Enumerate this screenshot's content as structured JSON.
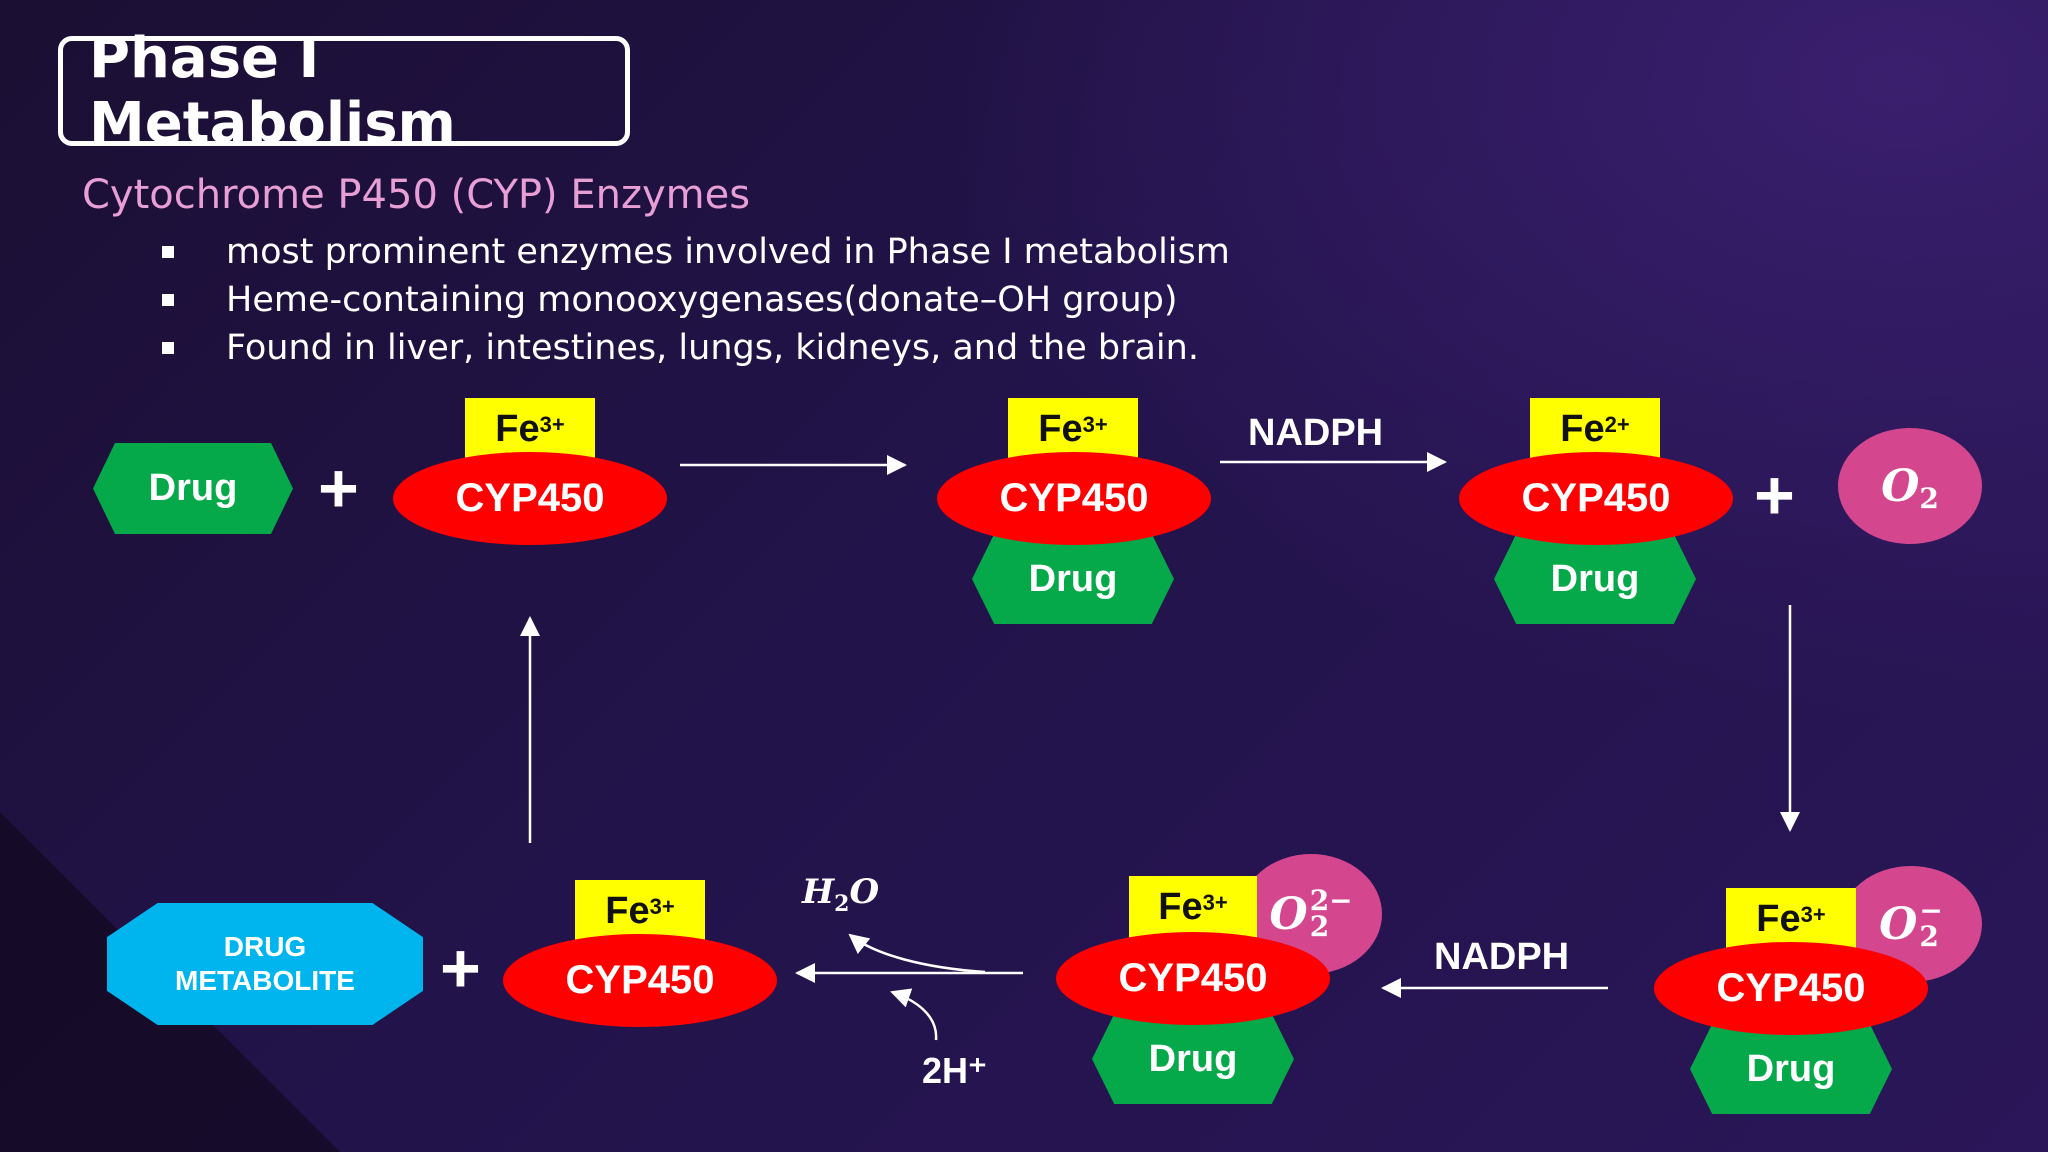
{
  "title": "Phase I Metabolism",
  "subtitle": "Cytochrome P450 (CYP) Enzymes",
  "bullets": [
    "most prominent enzymes involved in Phase I metabolism",
    "Heme-containing monooxygenases(donate–OH group)",
    "Found in liver, intestines, lungs, kidneys, and the brain."
  ],
  "diagram": {
    "drug": "Drug",
    "enzyme": "CYP450",
    "iron": "Fe",
    "charge_3": "3+",
    "charge_2": "2+",
    "plus": "+",
    "nadph": "NADPH",
    "oxygen": "O",
    "oxygen_sub": "2",
    "superoxide_sup": "−",
    "peroxide_sup": "2−",
    "water": "H",
    "water_sub": "2",
    "water_o": "O",
    "protons": "2H⁺",
    "metabolite_line1": "DRUG",
    "metabolite_line2": "METABOLITE"
  },
  "colors": {
    "drug": "#06a94a",
    "enzyme": "#ff0000",
    "iron": "#ffff00",
    "oxygen": "#d4478f",
    "metabolite": "#00b4ee",
    "subtitle": "#e79fd6"
  }
}
